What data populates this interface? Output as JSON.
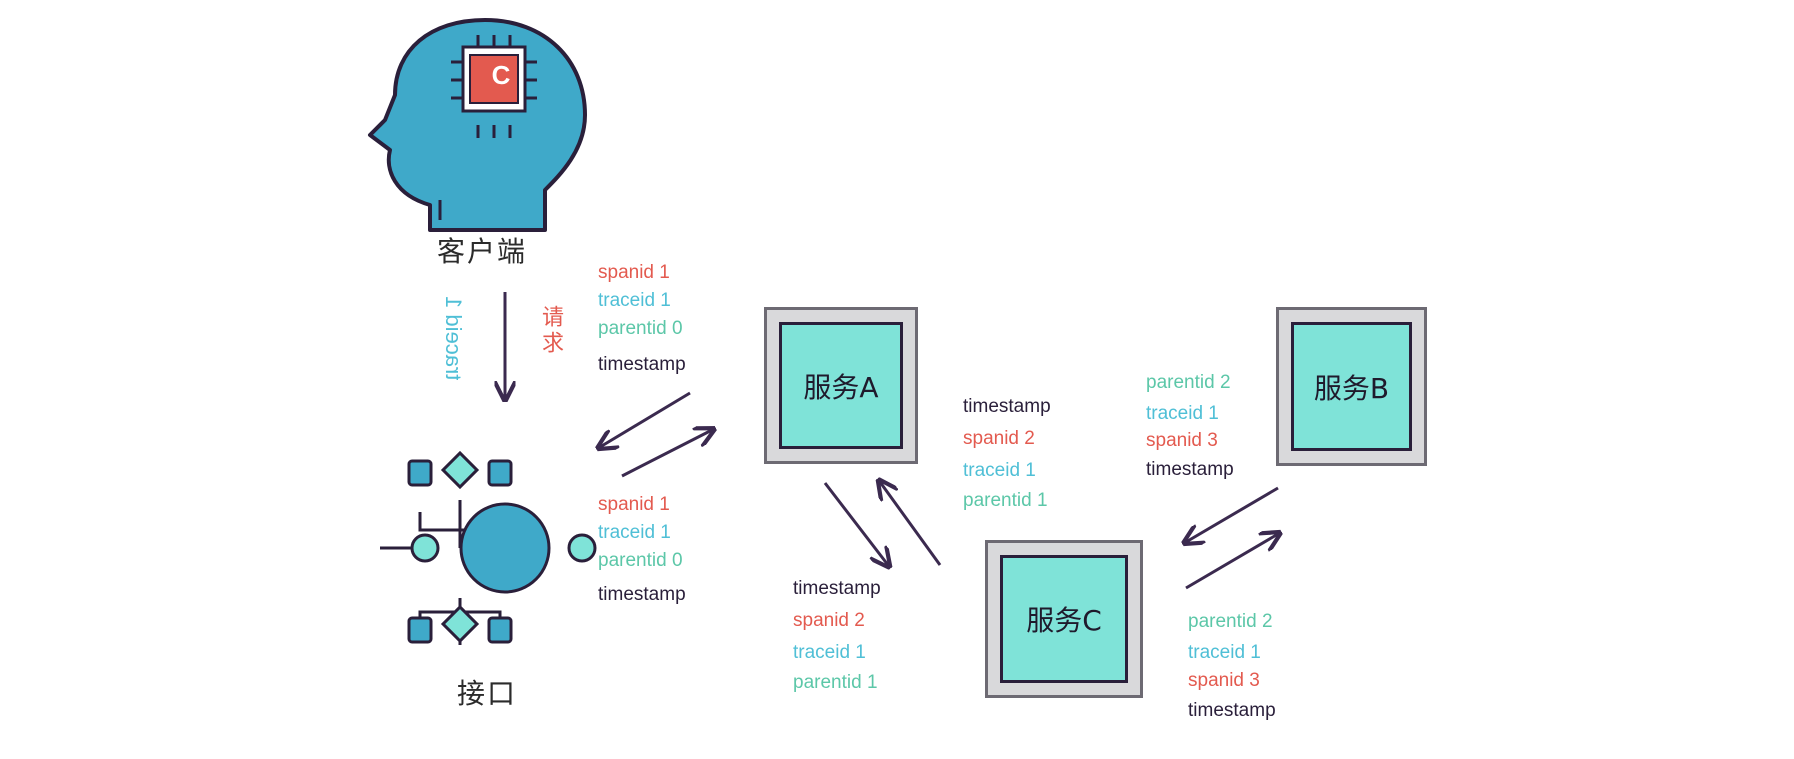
{
  "client": {
    "label": "客户端",
    "chip_letter": "C"
  },
  "interface": {
    "label": "接口"
  },
  "request": {
    "label": "请求",
    "traceid": "traceid 1"
  },
  "services": {
    "a": {
      "label": "服务A"
    },
    "b": {
      "label": "服务B"
    },
    "c": {
      "label": "服务C"
    }
  },
  "meta_top_left": {
    "spanid": "spanid 1",
    "traceid": "traceid 1",
    "parentid": "parentid 0",
    "timestamp": "timestamp"
  },
  "meta_bottom_left": {
    "spanid": "spanid 1",
    "traceid": "traceid 1",
    "parentid": "parentid 0",
    "timestamp": "timestamp"
  },
  "meta_a_right": {
    "timestamp": "timestamp",
    "spanid": "spanid 2",
    "traceid": "traceid 1",
    "parentid": "parentid 1"
  },
  "meta_a_below": {
    "timestamp": "timestamp",
    "spanid": "spanid 2",
    "traceid": "traceid 1",
    "parentid": "parentid 1"
  },
  "meta_b_left": {
    "parentid": "parentid 2",
    "traceid": "traceid 1",
    "spanid": "spanid 3",
    "timestamp": "timestamp"
  },
  "meta_c_right": {
    "parentid": "parentid 2",
    "traceid": "traceid 1",
    "spanid": "spanid 3",
    "timestamp": "timestamp"
  },
  "colors": {
    "spanid": "#e35a4f",
    "traceid": "#4fbfd6",
    "parentid": "#5cc7a8",
    "timestamp": "#2a1f3a",
    "box_fill": "#7fe3d8",
    "arrow": "#3b2a4f",
    "head": "#3fa9c9",
    "chip": "#e35a4f"
  },
  "icons": {
    "client": "head-with-chip-icon",
    "interface": "network-hub-icon"
  }
}
